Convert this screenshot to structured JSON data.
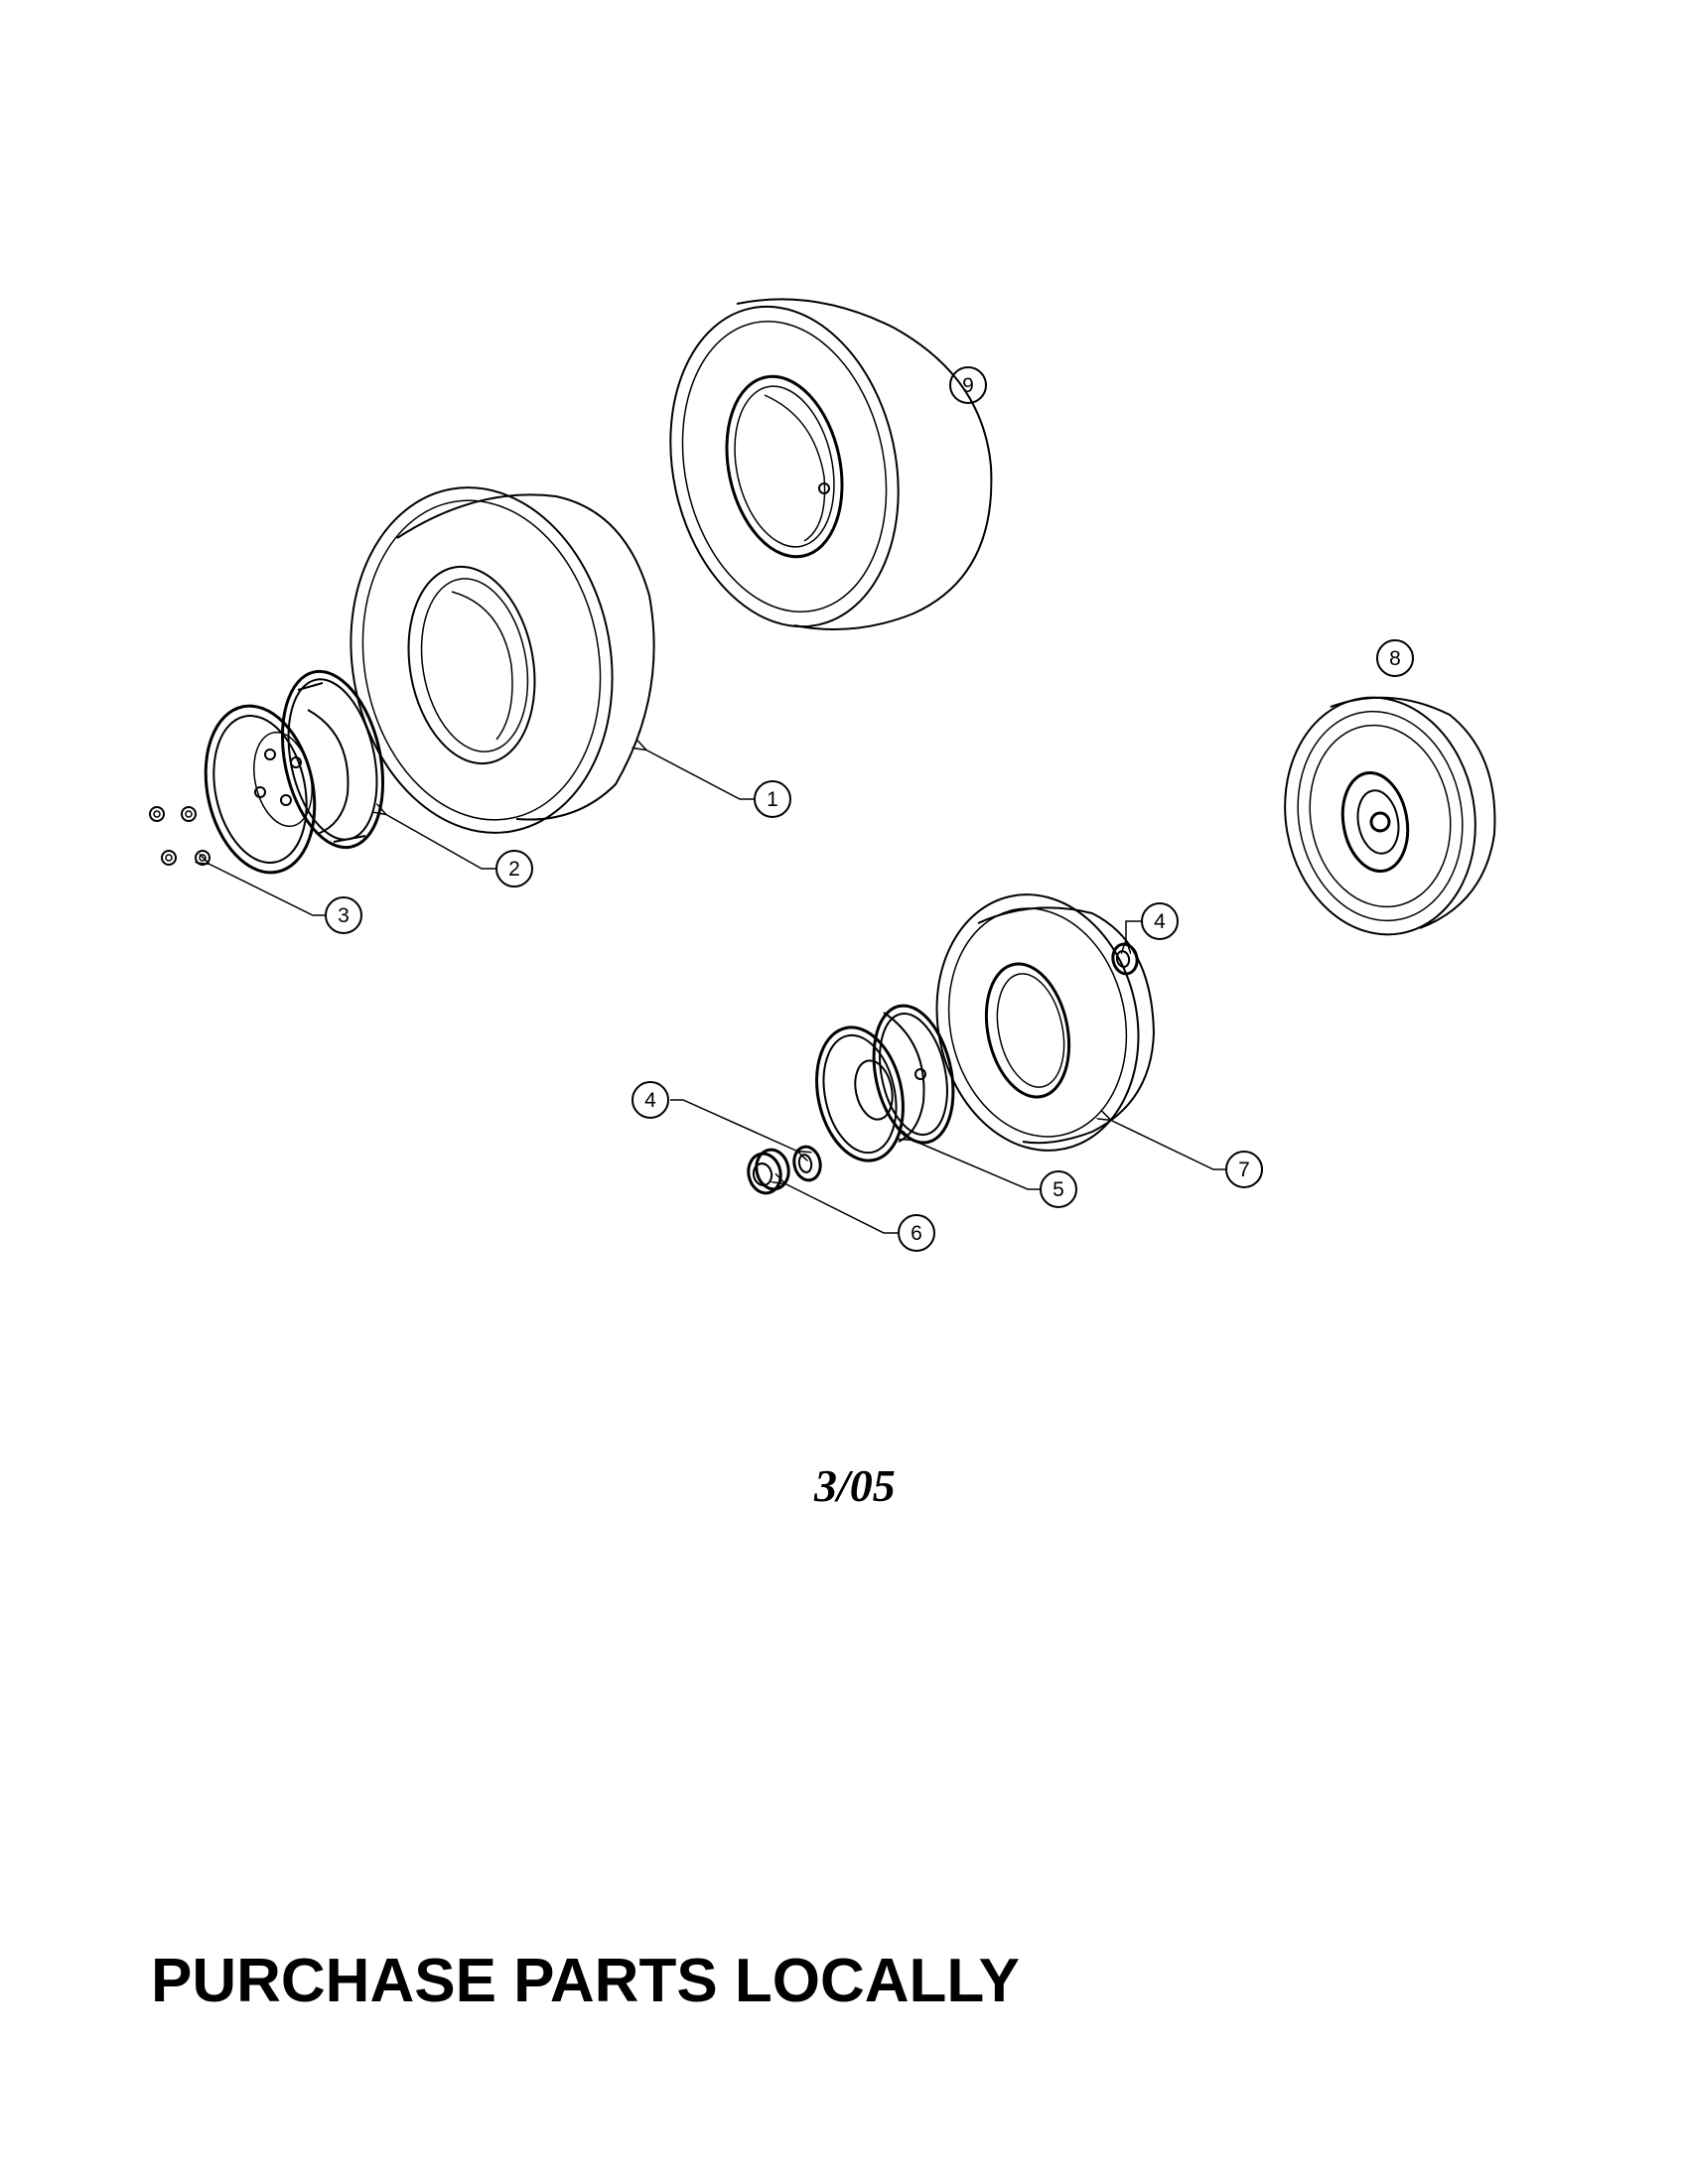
{
  "callouts": {
    "c1": "1",
    "c2": "2",
    "c3": "3",
    "c4a": "4",
    "c4b": "4",
    "c5": "5",
    "c6": "6",
    "c7": "7",
    "c8": "8",
    "c9": "9"
  },
  "date_stamp": "3/05",
  "footer_notice": "PURCHASE PARTS LOCALLY"
}
